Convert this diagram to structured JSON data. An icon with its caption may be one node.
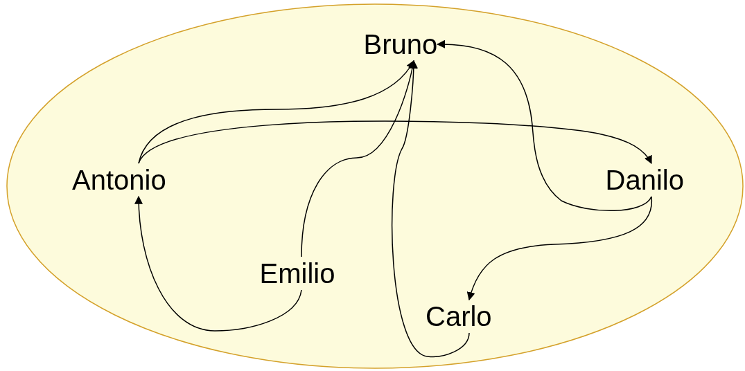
{
  "diagram": {
    "nodes": [
      {
        "text": [],
        "shape": "ellipse"
      },
      {
        "text": [
          "Bruno"
        ],
        "in": 0
      },
      {
        "text": [
          "Antonio"
        ],
        "in": 0
      },
      {
        "text": [
          "Danilo"
        ],
        "in": 0
      },
      {
        "text": [
          "Emilio"
        ],
        "in": 0
      },
      {
        "text": [
          "Carlo"
        ],
        "in": 0
      }
    ],
    "edges": [
      {
        "from": 2,
        "to": 1,
        "arrow": "to"
      },
      {
        "from": 2,
        "to": 3,
        "arrow": "to"
      },
      {
        "from": 4,
        "to": 1,
        "arrow": "to"
      },
      {
        "from": 5,
        "to": 1,
        "arrow": "to"
      },
      {
        "from": 3,
        "to": 1,
        "arrow": "to"
      },
      {
        "from": 3,
        "to": 5,
        "arrow": "to"
      },
      {
        "from": 4,
        "to": 2,
        "arrow": "to"
      }
    ]
  }
}
